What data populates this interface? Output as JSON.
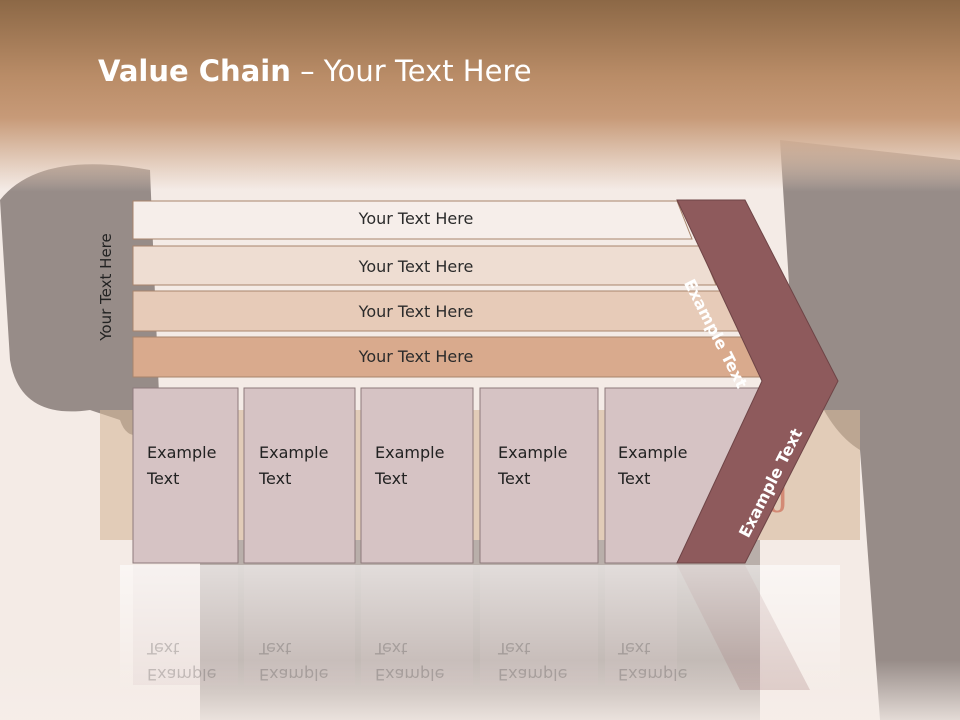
{
  "slide": {
    "title_bold": "Value Chain",
    "title_rest": " – Your Text Here",
    "side_label": "Your Text Here",
    "bars": [
      {
        "label": "Your Text Here"
      },
      {
        "label": "Your Text Here"
      },
      {
        "label": "Your Text Here"
      },
      {
        "label": "Your Text Here"
      }
    ],
    "boxes": [
      {
        "line1": "Example",
        "line2": "Text"
      },
      {
        "line1": "Example",
        "line2": "Text"
      },
      {
        "line1": "Example",
        "line2": "Text"
      },
      {
        "line1": "Example",
        "line2": "Text"
      },
      {
        "line1": "Example",
        "line2": "Text"
      }
    ],
    "chevron_upper": "Example Text",
    "chevron_lower": "Example Text"
  },
  "colors": {
    "accent": "#8e5a5c",
    "box_fill": "#d6c3c4",
    "bar_1": "#f6eeea",
    "bar_2": "#eeddd2",
    "bar_3": "#e7cbb8",
    "bar_4": "#d9aa8d"
  }
}
